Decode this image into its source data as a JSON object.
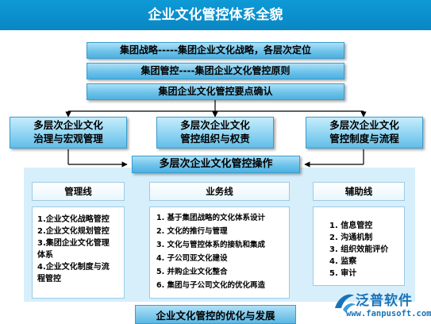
{
  "title": "企业文化管控体系全貌",
  "top_bars": [
    "集团战略-----集团企业文化战略，各层次定位",
    "集团管控----集团企业文化管控原则",
    "集团企业文化管控要点确认"
  ],
  "level_boxes": [
    "多层次企业文化\n治理与宏观管理",
    "多层次企业文化\n管控组织与权责",
    "多层次企业文化\n管控制度与流程"
  ],
  "operation_bar": "多层次企业文化管控操作",
  "columns": [
    {
      "header": "管理线",
      "items": [
        "1.企业文化战略管控",
        "2.企业文化规划管控",
        "3.集团企业文化管理\n体系",
        "4.企业文化制度与流\n程管控"
      ]
    },
    {
      "header": "业务线",
      "items": [
        "1. 基于集团战略的文化体系设计",
        "2. 文化的推行与管理",
        "3. 文化与管控体系的接轨和集成",
        "4. 子公司亚文化建设",
        "5. 并购企业文化整合",
        "6. 集团与子公司文化的优化再造"
      ]
    },
    {
      "header": "辅助线",
      "items": [
        "1. 信息管控",
        "2. 沟通机制",
        "3. 组织效能评价",
        "4. 监察",
        "5. 审计"
      ]
    }
  ],
  "bottom_bar": "企业文化管控的优化与发展",
  "logo": {
    "name": "泛普软件",
    "url": "www.fanpusoft.com"
  },
  "colors": {
    "title_bg": "#0a86c4",
    "box_blue": "#6ec3ea",
    "panel_bg": "#d7effb",
    "logo_blue": "#1a73b8"
  }
}
